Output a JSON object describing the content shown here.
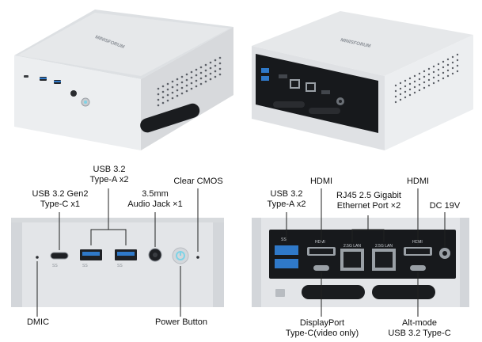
{
  "brand": "MINISFORUM",
  "labels": {
    "front": {
      "usb32_typea_x2": [
        "USB 3.2",
        "Type-A x2"
      ],
      "clear_cmos": "Clear CMOS",
      "usb32_gen2_typec_x1": [
        "USB 3.2 Gen2",
        "Type-C x1"
      ],
      "audio_jack": [
        "3.5mm",
        "Audio Jack ×1"
      ],
      "dmic": "DMIC",
      "power_button": "Power Button"
    },
    "rear": {
      "hdmi_left": "HDMI",
      "hdmi_right": "HDMI",
      "usb32_typea_x2": [
        "USB 3.2",
        "Type-A x2"
      ],
      "rj45": [
        "RJ45 2.5 Gigabit",
        "Ethernet Port ×2"
      ],
      "dc_in": "DC 19V",
      "displayport": [
        "DisplayPort",
        "Type-C(video only)"
      ],
      "altmode": [
        "Alt-mode",
        "USB 3.2 Type-C"
      ]
    }
  },
  "port_tags": {
    "hdmi": "HDMI",
    "lan": "2.5G LAN",
    "ss": "SS"
  },
  "colors": {
    "chassis": "#e4e6e9",
    "chassis_top": "#d9dcdf",
    "rear_panel": "#17191c",
    "usb_blue": "#2f79c9",
    "power_glow": "#7fd3e6",
    "callout_line": "#222222"
  }
}
